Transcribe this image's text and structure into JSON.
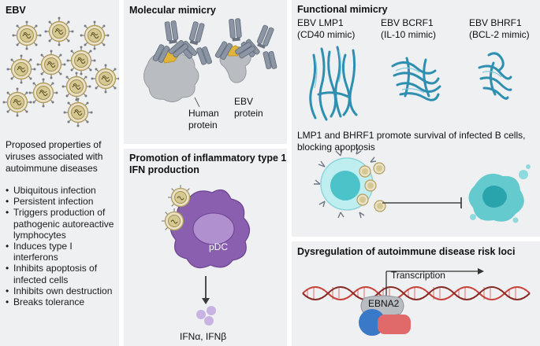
{
  "ebv_panel": {
    "title": "EBV",
    "intro": "Proposed properties of viruses associated with autoimmune diseases",
    "properties": [
      "Ubiquitous infection",
      "Persistent infection",
      "Triggers production of pathogenic autoreactive lymphocytes",
      "Induces type I interferons",
      "Inhibits apoptosis of infected cells",
      "Inhibits own destruction",
      "Breaks tolerance"
    ]
  },
  "mimicry_panel": {
    "title": "Molecular mimicry",
    "human_label": "Human protein",
    "ebv_label": "EBV protein"
  },
  "ifn_panel": {
    "title": "Promotion of inflammatory type 1 IFN production",
    "cell_label": "pDC",
    "output_label": "IFNα, IFNβ"
  },
  "functional_panel": {
    "title": "Functional mimicry",
    "proteins": [
      {
        "name": "EBV LMP1",
        "mimic": "(CD40 mimic)"
      },
      {
        "name": "EBV BCRF1",
        "mimic": "(IL-10 mimic)"
      },
      {
        "name": "EBV BHRF1",
        "mimic": "(BCL-2 mimic)"
      }
    ],
    "caption": "LMP1 and BHRF1 promote survival of infected B cells, blocking apoptosis"
  },
  "dysregulation_panel": {
    "title": "Dysregulation of autoimmune disease risk loci",
    "transcription_label": "Transcription",
    "factor_label": "EBNA2"
  },
  "colors": {
    "panel_bg": "#eef0f2",
    "virus_gold": "#c9b47a",
    "protein_teal": "#2f8fb0",
    "cell_purple": "#8a5fb0",
    "bcell_teal": "#4cc3c8",
    "dna_red": "#c8423a",
    "ebna_blue": "#3a78c8",
    "ebna_red": "#e06a6a"
  }
}
